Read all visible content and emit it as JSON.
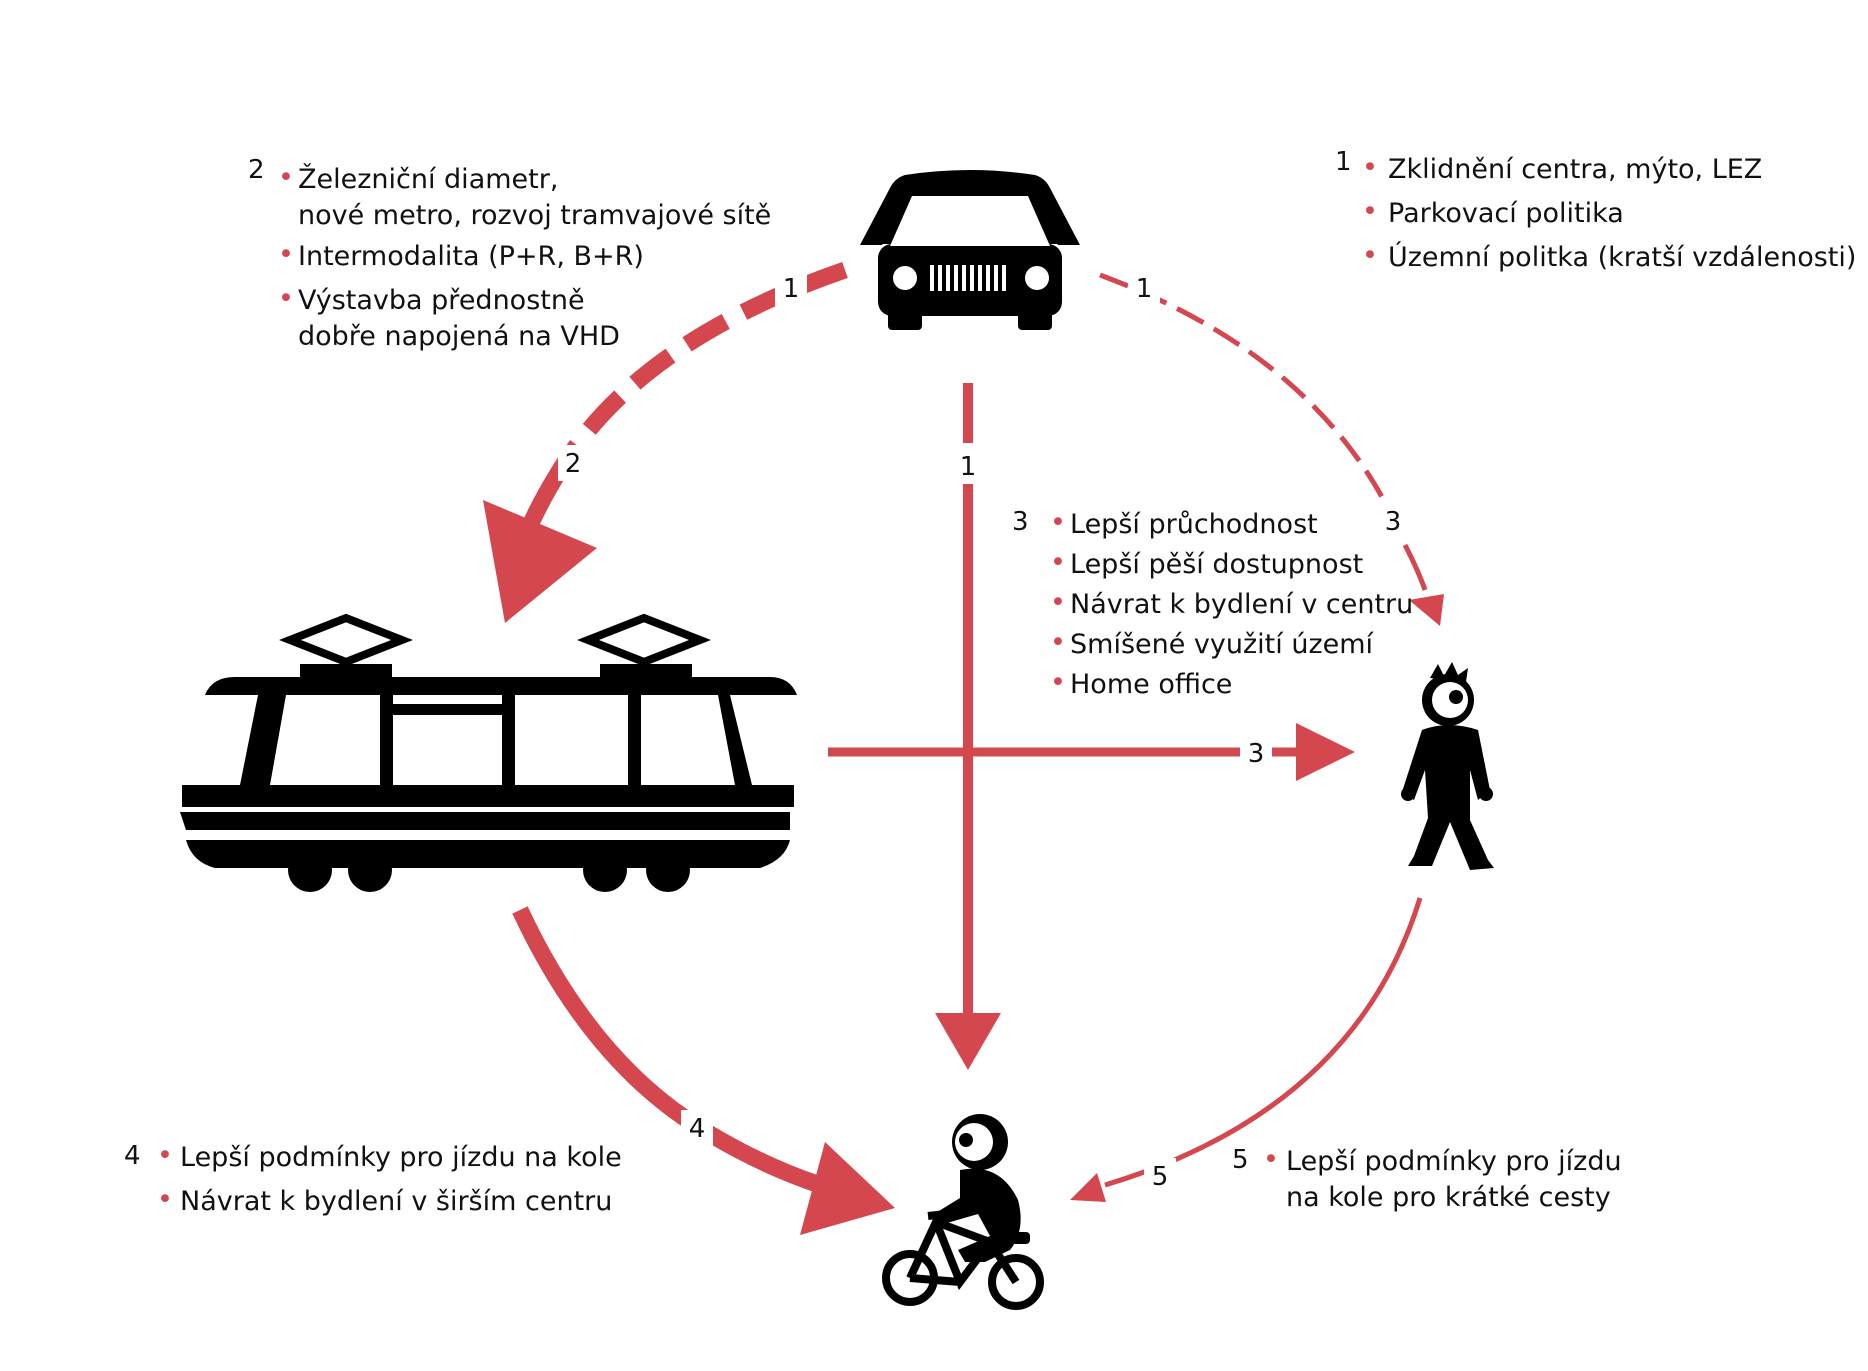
{
  "colors": {
    "accent": "#d4474f",
    "ink": "#000000",
    "text": "#111111",
    "bullet": "#d4474f"
  },
  "icons": {
    "car": "car-icon",
    "tram": "tram-icon",
    "pedestrian": "pedestrian-icon",
    "cyclist": "cyclist-icon"
  },
  "arrow_labels": {
    "car_tram_top": "1",
    "car_tram_bottom": "2",
    "car_walk_top": "1",
    "car_walk_bottom": "3",
    "car_bike": "1",
    "tram_walk": "3",
    "tram_bike": "4",
    "walk_bike": "5"
  },
  "blocks": {
    "b2": {
      "num": "2",
      "items": [
        {
          "lines": [
            "Železniční diametr,",
            "nové metro, rozvoj tramvajové sítě"
          ]
        },
        {
          "lines": [
            "Intermodalita (P+R, B+R)"
          ]
        },
        {
          "lines": [
            "Výstavba přednostně",
            "dobře napojená na VHD"
          ]
        }
      ]
    },
    "b1": {
      "num": "1",
      "items": [
        {
          "lines": [
            "Zklidnění centra, mýto, LEZ"
          ]
        },
        {
          "lines": [
            "Parkovací politika"
          ]
        },
        {
          "lines": [
            "Územní politka (kratší vzdálenosti)"
          ]
        }
      ]
    },
    "b3": {
      "num": "3",
      "items": [
        {
          "lines": [
            "Lepší průchodnost"
          ]
        },
        {
          "lines": [
            "Lepší pěší dostupnost"
          ]
        },
        {
          "lines": [
            "Návrat k bydlení v centru"
          ]
        },
        {
          "lines": [
            "Smíšené využití území"
          ]
        },
        {
          "lines": [
            "Home office"
          ]
        }
      ]
    },
    "b4": {
      "num": "4",
      "items": [
        {
          "lines": [
            "Lepší podmínky pro jízdu na kole"
          ]
        },
        {
          "lines": [
            "Návrat k bydlení v širším centru"
          ]
        }
      ]
    },
    "b5": {
      "num": "5",
      "items": [
        {
          "lines": [
            "Lepší podmínky pro jízdu",
            "na kole pro krátké cesty"
          ]
        }
      ]
    }
  }
}
